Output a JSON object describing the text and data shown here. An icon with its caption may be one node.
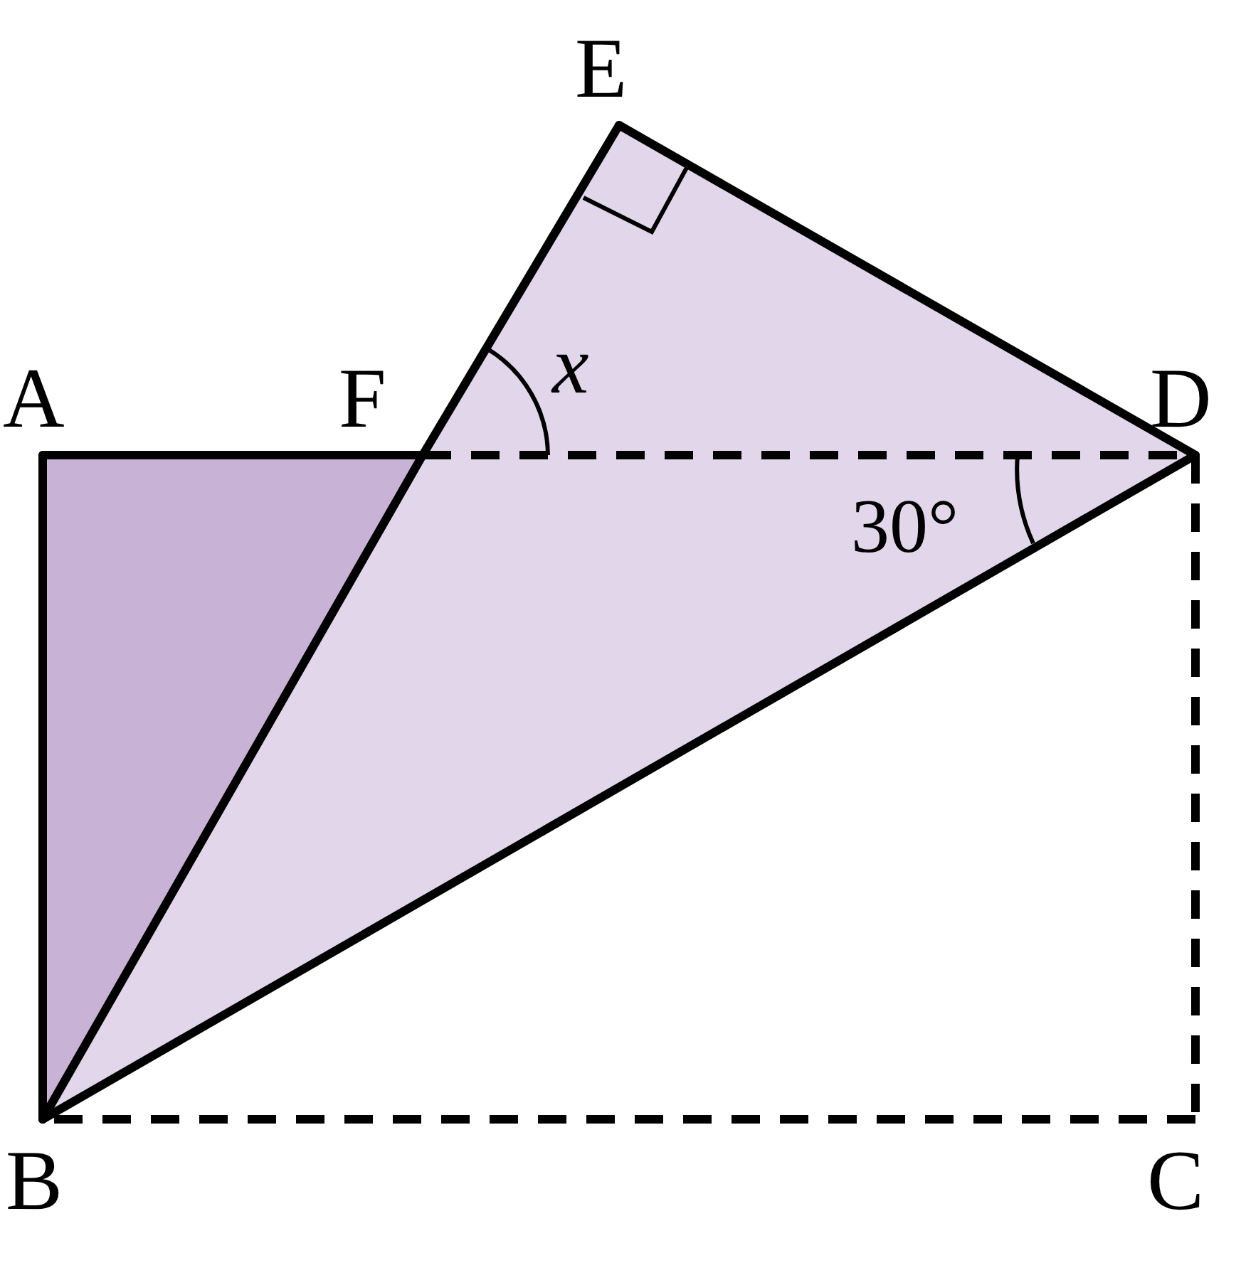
{
  "diagram": {
    "nodes": [
      {
        "text": [
          "A"
        ]
      },
      {
        "text": [
          "B"
        ]
      },
      {
        "text": [
          "C"
        ]
      },
      {
        "text": [
          "D"
        ]
      },
      {
        "text": [
          "E"
        ]
      },
      {
        "text": [
          "F"
        ]
      }
    ],
    "edges": [
      {
        "from": 0,
        "to": 5,
        "arrow": "none"
      },
      {
        "from": 5,
        "to": 3,
        "arrow": "none",
        "style": "dashed"
      },
      {
        "from": 3,
        "to": 2,
        "arrow": "none",
        "style": "dashed"
      },
      {
        "from": 2,
        "to": 1,
        "arrow": "none",
        "style": "dashed"
      },
      {
        "from": 1,
        "to": 0,
        "arrow": "none"
      },
      {
        "from": 1,
        "to": 5,
        "arrow": "none"
      },
      {
        "from": 5,
        "to": 4,
        "arrow": "none"
      },
      {
        "from": 4,
        "to": 3,
        "arrow": "none"
      },
      {
        "from": 3,
        "to": 1,
        "arrow": "none"
      }
    ],
    "labels": [
      "x",
      "30°"
    ]
  }
}
